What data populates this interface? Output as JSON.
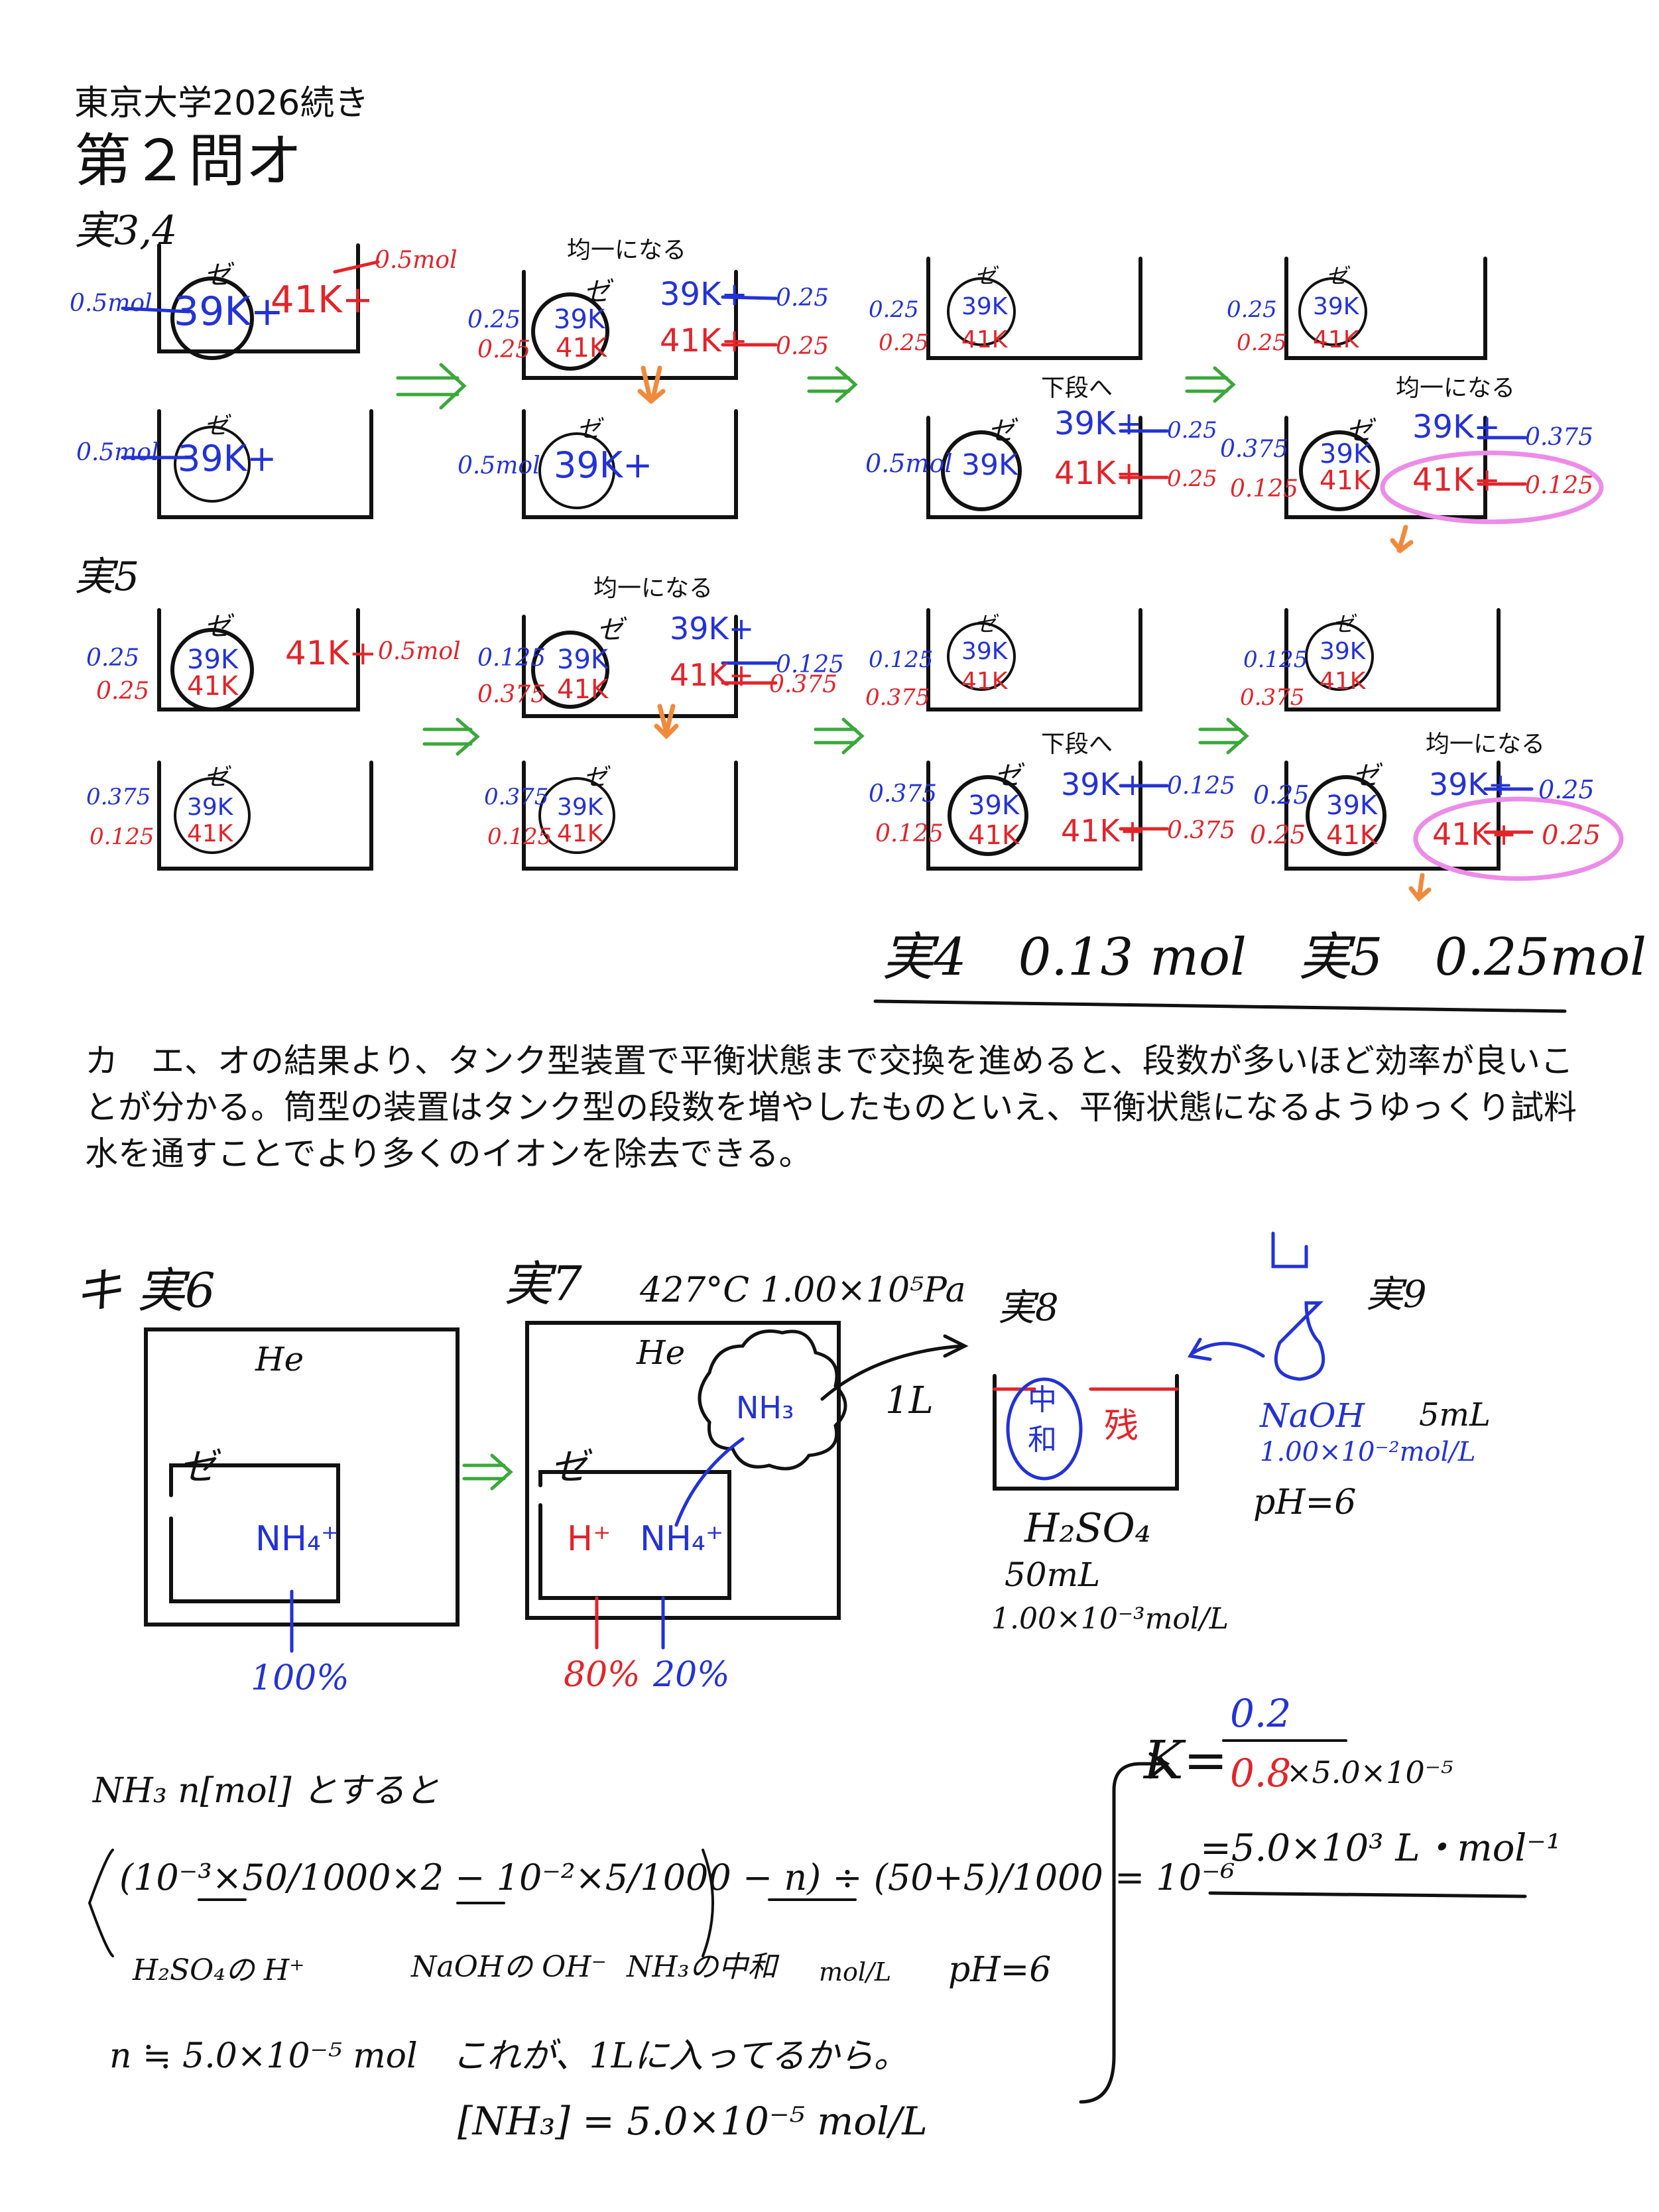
{
  "header": {
    "title": "東京大学2026続き",
    "heading": "第２問オ"
  },
  "labels": {
    "jikken34": "実3,4",
    "jikken5": "実5",
    "kin1": "均一になる",
    "kin2": "均一になる",
    "kin3": "均一になる",
    "kin4": "均一になる",
    "gedan1": "下段へ",
    "gedan2": "下段へ",
    "ze": "ゼ",
    "k39": "39K",
    "k41": "41K",
    "k39p": "39K+",
    "k41p": "41K+"
  },
  "values": {
    "v05": "0.5mol",
    "v025": "0.25",
    "v0125": "0.125",
    "v0375": "0.375"
  },
  "answer": {
    "text": "実4　0.13 mol　実5　0.25mol"
  },
  "paragraph": {
    "text": "カ　エ、オの結果より、タンク型装置で平衡状態まで交換を進めると、段数が多いほど効率が良いことが分かる。筒型の装置はタンク型の段数を増やしたものといえ、平衡状態になるようゆっくり試料水を通すことでより多くのイオンを除去できる。"
  },
  "section_ki": {
    "ki6": "キ 実6",
    "ki7": "実7",
    "cond": "427°C 1.00×10⁵Pa",
    "ki8": "実8",
    "ki9": "実9",
    "he": "He",
    "ze": "ゼ",
    "nh4": "NH₄⁺",
    "hplus": "H⁺",
    "nh3": "NH₃",
    "oneL": "1L",
    "p100": "100%",
    "p80": "80%",
    "p20": "20%",
    "chu": "中",
    "wa": "和",
    "zan": "残",
    "h2so4": "H₂SO₄",
    "ml50": "50mL",
    "conc1": "1.00×10⁻³mol/L",
    "naoh": "NaOH",
    "ml5": "5mL",
    "conc2": "1.00×10⁻²mol/L",
    "ph6": "pH=6"
  },
  "calc": {
    "line0": "NH₃ n[mol] とすると",
    "line1": "(10⁻³×50/1000×2 − 10⁻²×5/1000 − n) ÷ (50+5)/1000 = 10⁻⁶",
    "under1": "H₂SO₄の H⁺",
    "under2": "NaOHの OH⁻",
    "under3": "NH₃の中和",
    "under4": "mol/L",
    "ph": "pH=6",
    "line2": "n ≒ 5.0×10⁻⁵ mol　これが、1Lに入ってるから。",
    "line3": "[NH₃] = 5.0×10⁻⁵ mol/L"
  },
  "kresult": {
    "k": "K=",
    "num": "0.2",
    "den": "0.8",
    "den_rest": "×5.0×10⁻⁵",
    "result": "=5.0×10³ L・mol⁻¹"
  }
}
